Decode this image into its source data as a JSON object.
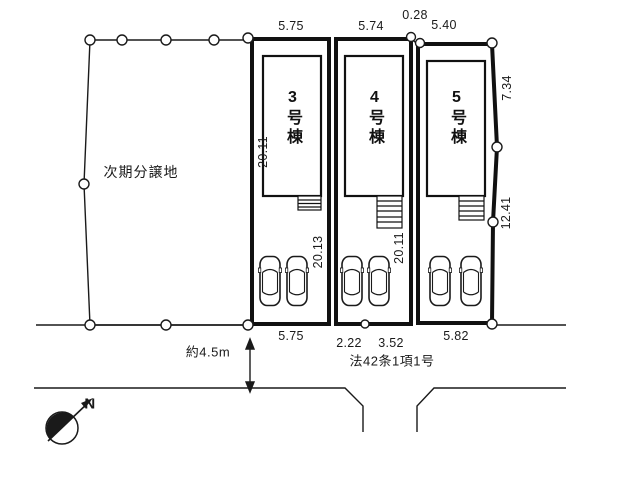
{
  "plan": {
    "adjacent_area_label": "次期分譲地",
    "north_label": "N",
    "road": {
      "width_label": "約4.5m",
      "law_label": "法42条1項1号"
    },
    "buildings": [
      {
        "label": "3号棟",
        "frontage_top": "5.75",
        "frontage_bottom": "5.75",
        "depth": "20.13"
      },
      {
        "label": "4号棟",
        "frontage_top": "5.74",
        "frontage_bottom_left": "2.22",
        "frontage_bottom_right": "3.52",
        "depth": "20.11"
      },
      {
        "label": "5号棟",
        "frontage_top": "5.40",
        "frontage_bottom": "5.82"
      }
    ],
    "dims": {
      "top_gap": "0.28",
      "west_side": "20.11",
      "east_upper": "7.34",
      "east_lower": "12.41"
    },
    "icons": {
      "north_compass": "compass-needle-circle",
      "car": "car-top-view",
      "boundary_point": "open-circle"
    },
    "colors": {
      "line": "#1a1a1a",
      "background": "#ffffff"
    }
  }
}
